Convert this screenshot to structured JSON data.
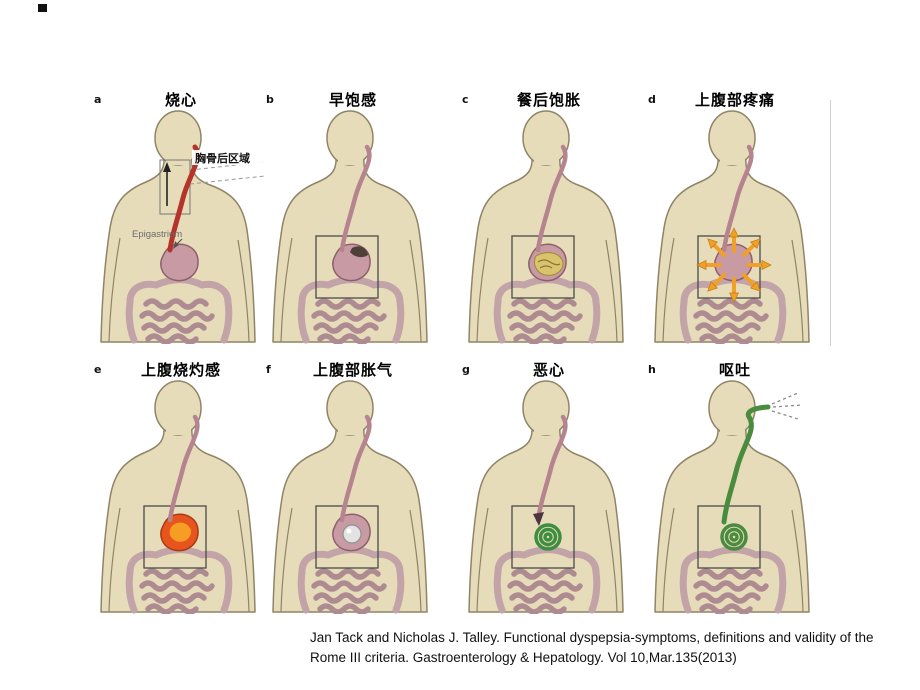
{
  "panels": [
    {
      "letter": "a",
      "title": "烧心",
      "type": "heartburn",
      "callout": "胸骨后区域",
      "region_label": "Epigastrium"
    },
    {
      "letter": "b",
      "title": "早饱感",
      "type": "early-satiety"
    },
    {
      "letter": "c",
      "title": "餐后饱胀",
      "type": "postprandial-fullness"
    },
    {
      "letter": "d",
      "title": "上腹部疼痛",
      "type": "epigastric-pain"
    },
    {
      "letter": "e",
      "title": "上腹烧灼感",
      "type": "epigastric-burning"
    },
    {
      "letter": "f",
      "title": "上腹部胀气",
      "type": "epigastric-bloating"
    },
    {
      "letter": "g",
      "title": "恶心",
      "type": "nausea"
    },
    {
      "letter": "h",
      "title": "呕吐",
      "type": "vomiting"
    }
  ],
  "citation": {
    "line1": "Jan Tack and Nicholas J. Talley. Functional dyspepsia-symptoms, definitions and validity of the",
    "line2": "Rome III criteria. Gastroenterology & Hepatology. Vol 10,Mar.135(2013)"
  },
  "colors": {
    "body_fill": "#e7dcba",
    "body_outline": "#8f8465",
    "esophagus": "#b5848f",
    "stomach_fill": "#c89aa4",
    "stomach_outline": "#8d5f6b",
    "intestine": "#c2a3a8",
    "intestine_dark": "#ad8b91",
    "box_stroke": "#4a4a4a",
    "heartburn_red": "#b5342a",
    "pain_orange": "#f0a028",
    "burn_orange": "#e8541e",
    "burn_yellow": "#f6a623",
    "bubble_gray": "#e3e3e3",
    "nausea_green": "#3e8e41",
    "vomit_green": "#4a8c3f",
    "dark_marker": "#4e3f38",
    "food_fill": "#d9c36b",
    "food_stroke": "#a08738"
  }
}
